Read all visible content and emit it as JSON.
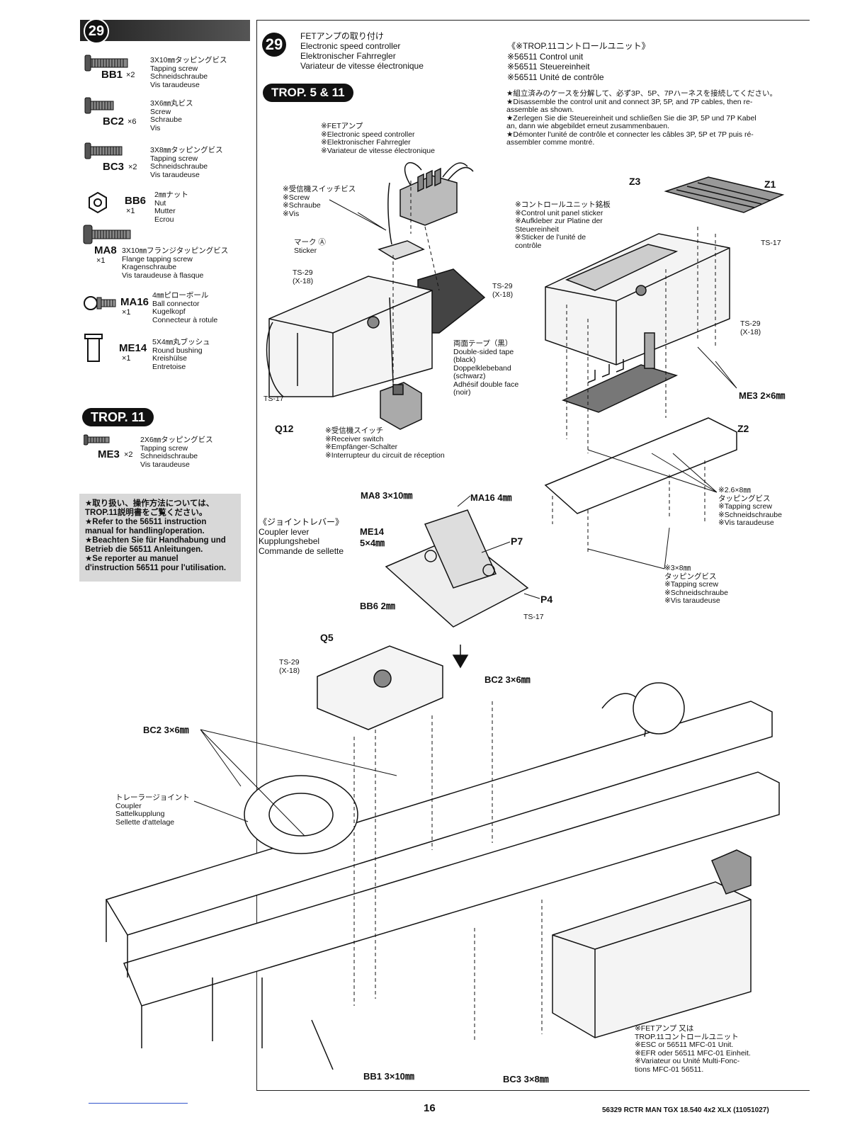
{
  "left_panel": {
    "step_number": "29",
    "parts": [
      {
        "code": "BB1",
        "qty": "×2",
        "desc": "3X10㎜タッピングビス\nTapping screw\nSchneidschraube\nVis taraudeuse"
      },
      {
        "code": "BC2",
        "qty": "×6",
        "desc": "3X6㎜丸ビス\nScrew\nSchraube\nVis"
      },
      {
        "code": "BC3",
        "qty": "×2",
        "desc": "3X8㎜タッピングビス\nTapping screw\nSchneidschraube\nVis taraudeuse"
      },
      {
        "code": "BB6",
        "qty": "×1",
        "desc": "2㎜ナット\nNut\nMutter\nEcrou"
      },
      {
        "code": "MA8",
        "qty": "×1",
        "desc": "3X10㎜フランジタッピングビス\nFlange tapping screw\nKragenschraube\nVis taraudeuse à flasque"
      },
      {
        "code": "MA16",
        "qty": "×1",
        "desc": "4㎜ピローボール\nBall connector\nKugelkopf\nConnecteur à rotule"
      },
      {
        "code": "ME14",
        "qty": "×1",
        "desc": "5X4㎜丸ブッシュ\nRound bushing\nKreishülse\nEntretoise"
      }
    ],
    "trop11_label": "TROP. 11",
    "trop11_part": {
      "code": "ME3",
      "qty": "×2",
      "desc": "2X6㎜タッピングビス\nTapping screw\nSchneidschraube\nVis taraudeuse"
    },
    "note": "★取り扱い、操作方法については、\nTROP.11説明書をご覧ください。\n★Refer to the 56511 instruction\nmanual for handling/operation.\n★Beachten Sie für Handhabung und\nBetrieb die 56511 Anleitungen.\n★Se reporter au manuel\nd'instruction 56511 pour l'utilisation."
  },
  "main": {
    "step_number": "29",
    "step_title": "FETアンプの取り付け\nElectronic speed controller\nElektronischer Fahrregler\nVariateur de vitesse électronique",
    "trop_label": "TROP. 5 & 11",
    "esc_label": "※FETアンプ\n※Electronic speed controller\n※Elektronischer Fahrregler\n※Variateur de vitesse électronique",
    "receiver_screw": "※受信機スイッチビス\n※Screw\n※Schraube\n※Vis",
    "sticker": "マーク Ⓐ\nSticker",
    "ts29_a": "TS-29\n(X-18)",
    "ts29_b": "TS-29\n(X-18)",
    "ts17_a": "TS-17",
    "tape": "両面テープ（黒）\nDouble-sided tape\n(black)\nDoppelklebeband\n(schwarz)\nAdhésif double face\n(noir)",
    "q12": "Q12",
    "receiver_switch": "※受信機スイッチ\n※Receiver switch\n※Empfänger-Schalter\n※Interrupteur du circuit de réception",
    "control_unit_title": "《※TROP.11コントロールユニット》\n※56511 Control unit\n※56511 Steuereinheit\n※56511 Unité de contrôle",
    "control_unit_note": "★組立済みのケースを分解して、必ず3P、5P、7Pハーネスを接続してください。\n★Disassemble the control unit and connect 3P, 5P, and 7P cables, then re-\nassemble as shown.\n★Zerlegen Sie die Steuereinheit und schließen Sie die 3P, 5P und 7P Kabel\nan, dann wie abgebildet erneut zusammenbauen.\n★Démonter l'unité de contrôle et connecter les câbles 3P, 5P et 7P puis ré-\nassembler comme montré.",
    "z3": "Z3",
    "z1": "Z1",
    "panel_sticker": "※コントロールユニット銘板\n※Control unit panel sticker\n※Aufkleber zur Platine der\nSteuereinheit\n※Sticker de l'unité de\ncontrôle",
    "ts17_b": "TS-17",
    "ts29_c": "TS-29\n(X-18)",
    "me3": "ME3 2×6㎜",
    "z2": "Z2",
    "screw_26": "※2.6×8㎜\nタッピングビス\n※Tapping screw\n※Schneidschraube\n※Vis taraudeuse",
    "screw_3x8": "※3×8㎜\nタッピングビス\n※Tapping screw\n※Schneidschraube\n※Vis taraudeuse",
    "coupler_lever": "《ジョイントレバー》\nCoupler lever\nKupplungshebel\nCommande de sellette",
    "ma8": "MA8 3×10㎜",
    "ma16": "MA16 4㎜",
    "me14": "ME14\n5×4㎜",
    "p7": "P7",
    "p4": "P4",
    "bb6": "BB6 2㎜",
    "ts17_c": "TS-17",
    "q5": "Q5",
    "ts29_d": "TS-29\n(X-18)",
    "bc2_a": "BC2 3×6㎜",
    "bc2_b": "BC2 3×6㎜",
    "coupler": "トレーラージョイント\nCoupler\nSattelkupplung\nSellette d'attelage",
    "esc_or": "※FETアンプ 又は\nTROP.11コントロールユニット\n※ESC or 56511 MFC-01 Unit.\n※EFR oder 56511 MFC-01 Einheit.\n※Variateur ou Unité Multi-Fonc-\ntions MFC-01 56511.",
    "bb1": "BB1 3×10㎜",
    "bc3": "BC3 3×8㎜"
  },
  "footer": {
    "page_number": "16",
    "doc_id": "56329 RCTR MAN TGX 18.540 4x2 XLX (11051027)"
  }
}
